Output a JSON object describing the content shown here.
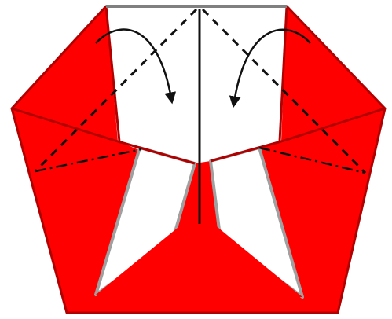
{
  "diagram": {
    "kind": "origami-fold-instruction",
    "colors": {
      "paper_front": "#ff0000",
      "paper_back": "#ffffff",
      "paper_edge": "#b00000",
      "inner_edge": "#a0a0a0",
      "top_edge": "#808080",
      "fold_line": "#111111"
    },
    "fold_lines": [
      {
        "id": "center-crease",
        "style": "solid"
      },
      {
        "id": "left-valley-fold",
        "style": "dashed"
      },
      {
        "id": "right-valley-fold",
        "style": "dashed"
      },
      {
        "id": "left-mountain-fold",
        "style": "dash-dot"
      },
      {
        "id": "right-mountain-fold",
        "style": "dash-dot"
      }
    ],
    "arrows": [
      {
        "id": "left-fold-arrow",
        "direction": "fold-down-right"
      },
      {
        "id": "right-fold-arrow",
        "direction": "fold-down-left"
      }
    ]
  }
}
